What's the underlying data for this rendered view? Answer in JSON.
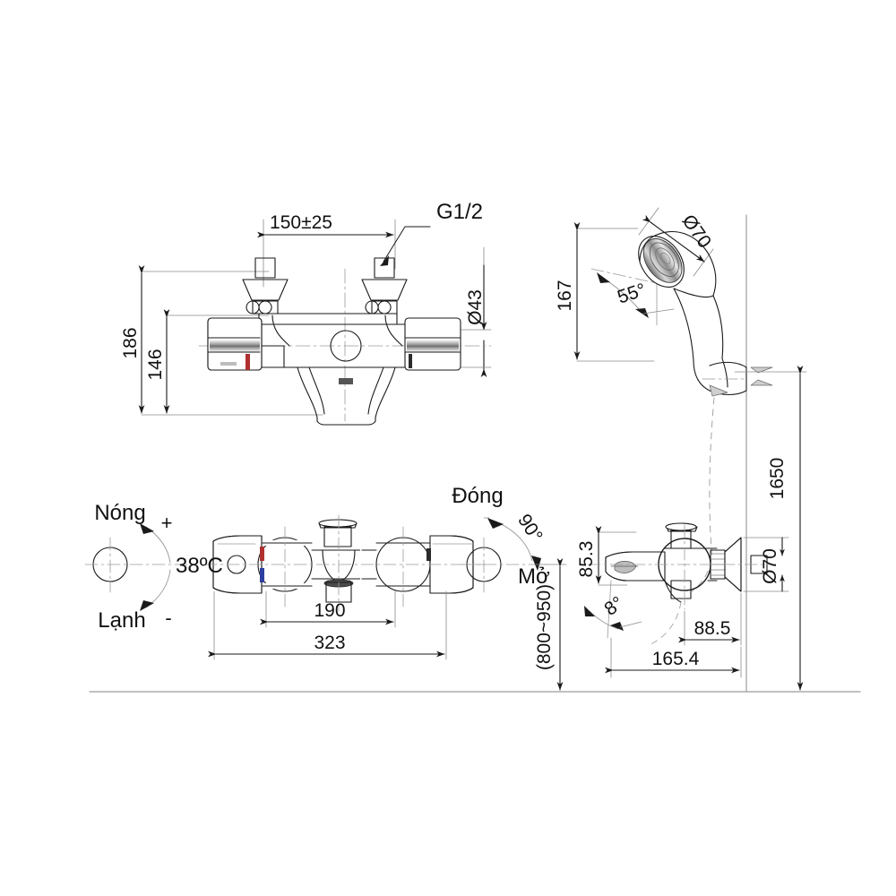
{
  "drawing": {
    "title": "Bathtub thermostatic mixer shower technical dimension drawing",
    "units": "mm",
    "line_color": "#1a1a1a",
    "thin_color": "#888888",
    "hot_color": "#c0392b",
    "cold_color": "#2c3e9f"
  },
  "front_view": {
    "dim_center_distance": "150±25",
    "dim_inlet_thread": "G1/2",
    "dim_spout_diameter": "Ø43",
    "dim_total_height": "186",
    "dim_body_height": "146"
  },
  "shower_view": {
    "dim_head_height": "167",
    "dim_head_diameter": "Ø70",
    "dim_head_angle": "55°",
    "dim_mount_height": "1650"
  },
  "plan_view": {
    "dim_handle_span": "190",
    "dim_overall_width": "323",
    "temperature_label": "38ºC",
    "hot_label": "Nóng",
    "cold_label": "Lạnh",
    "plus_sign": "+",
    "minus_sign": "-",
    "close_label": "Đóng",
    "open_label": "Mở",
    "valve_angle": "90°",
    "install_height_range": "(800~950)"
  },
  "side_view": {
    "dim_spout_height": "85.3",
    "dim_spout_angle": "8°",
    "dim_wall_to_center": "88.5",
    "dim_overall_depth": "165.4",
    "dim_flange_diameter": "Ø70"
  }
}
